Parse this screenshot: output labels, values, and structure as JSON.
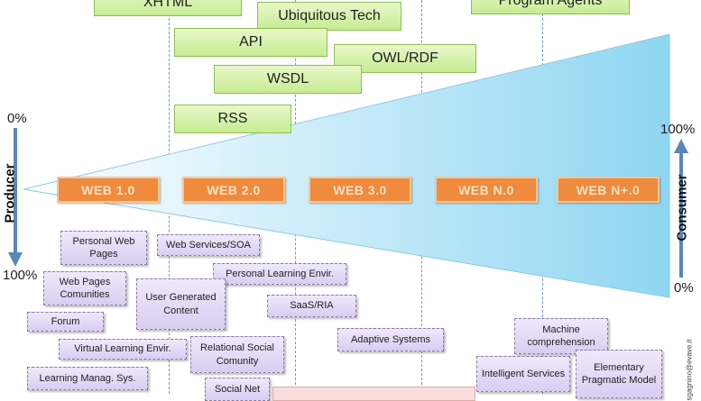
{
  "top_boxes": {
    "xhtml": "XHTML",
    "ubiquitous": "Ubiquitous Tech",
    "program_agents": "Program Agents",
    "api": "API",
    "owl_rdf": "OWL/RDF",
    "wsdl": "WSDL",
    "rss": "RSS"
  },
  "axis": {
    "left_top": "0%",
    "left_bottom": "100%",
    "left_label": "Producer",
    "right_top": "100%",
    "right_bottom": "0%",
    "right_label": "Consumer"
  },
  "web_versions": [
    "WEB 1.0",
    "WEB 2.0",
    "WEB 3.0",
    "WEB N.0",
    "WEB N+.0"
  ],
  "items": {
    "personal_web_pages": "Personal Web Pages",
    "web_pages_comunities": "Web Pages Comunities",
    "forum": "Forum",
    "virtual_learning": "Virtual Learning Envir.",
    "learning_manag": "Learning Manag. Sys.",
    "web_services_soa": "Web Services/SOA",
    "personal_learning": "Personal Learning Envir.",
    "user_generated": "User Generated Content",
    "saas_ria": "SaaS/RIA",
    "relational_social": "Relational Social Comunity",
    "social_net": "Social Net",
    "adaptive_systems": "Adaptive Systems",
    "machine_comprehension": "Machine comprehension",
    "intelligent_services": "Intelligent Services",
    "elementary_pragmatic": "Elementary Pragmatic Model"
  },
  "credit": "sgagnino@evave.it",
  "colors": {
    "cone": "#9edcf3",
    "web_box": "#f08a3c",
    "green_box": "#c6ec93",
    "purple_box": "#d9cdf2",
    "arrow": "#5a86b8"
  }
}
